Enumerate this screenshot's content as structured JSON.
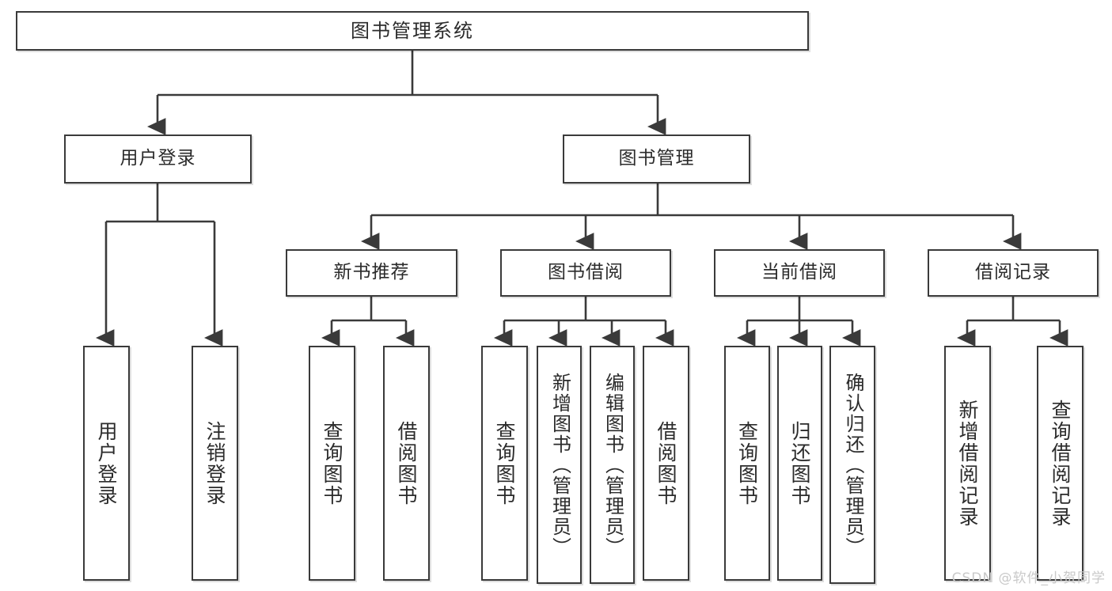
{
  "diagram": {
    "title": "图书管理系统",
    "type": "hierarchy-tree",
    "line_color": "#3a3a3a",
    "text_color": "#2b2b2b",
    "background": "#ffffff",
    "watermark": "CSDN @软件_小贺同学",
    "watermark_color": "#c9c9c9"
  },
  "nodes": {
    "root": {
      "label": "图书管理系统"
    },
    "level2": [
      {
        "label": "用户登录"
      },
      {
        "label": "图书管理"
      }
    ],
    "level3": [
      {
        "label": "新书推荐"
      },
      {
        "label": "图书借阅"
      },
      {
        "label": "当前借阅"
      },
      {
        "label": "借阅记录"
      }
    ],
    "leaves_user_login": [
      {
        "label": "用户登录"
      },
      {
        "label": "注销登录"
      }
    ],
    "leaves_new_book": [
      {
        "label": "查询图书"
      },
      {
        "label": "借阅图书"
      }
    ],
    "leaves_borrow": [
      {
        "label": "查询图书"
      },
      {
        "label": "新增图书（管理员）"
      },
      {
        "label": "编辑图书（管理员）"
      },
      {
        "label": "借阅图书"
      }
    ],
    "leaves_current": [
      {
        "label": "查询图书"
      },
      {
        "label": "归还图书"
      },
      {
        "label": "确认归还（管理员）"
      }
    ],
    "leaves_records": [
      {
        "label": "新增借阅记录"
      },
      {
        "label": "查询借阅记录"
      }
    ]
  }
}
